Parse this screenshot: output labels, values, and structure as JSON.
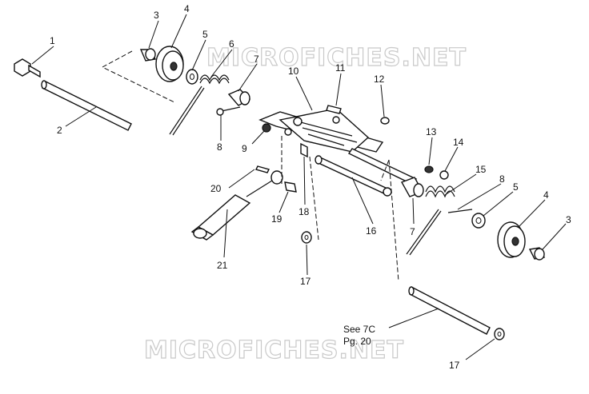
{
  "watermarks": [
    "MICROFICHES.NET",
    "MICROFICHES.NET"
  ],
  "callouts": [
    "1",
    "2",
    "3",
    "4",
    "5",
    "6",
    "7",
    "8",
    "9",
    "10",
    "11",
    "12",
    "13",
    "14",
    "15",
    "8",
    "5",
    "4",
    "3",
    "7",
    "16",
    "17",
    "18",
    "19",
    "20",
    "21",
    "17"
  ],
  "note": {
    "line1": "See 7C",
    "line2": "Pg. 20"
  },
  "colors": {
    "ink": "#111111",
    "watermark": "#c9c9c9"
  }
}
